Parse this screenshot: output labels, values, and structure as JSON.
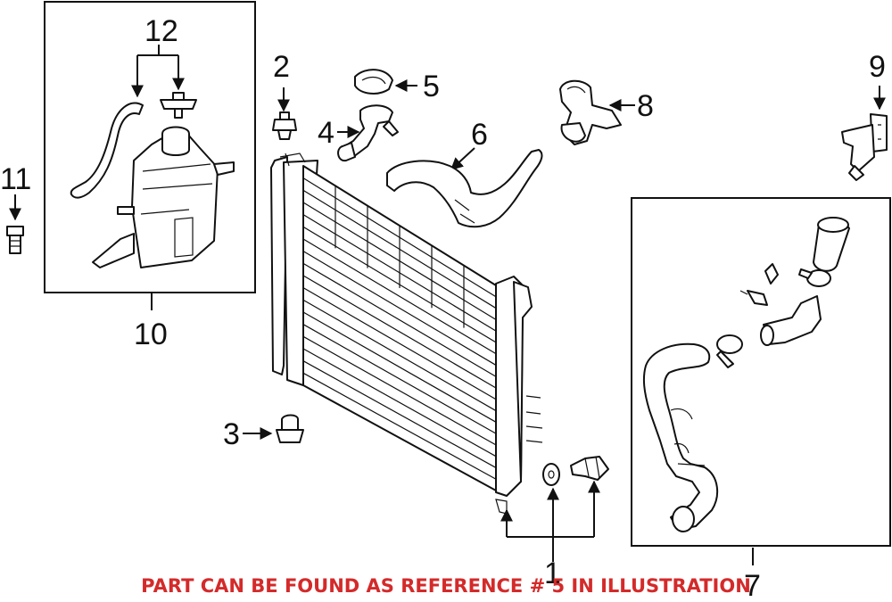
{
  "callouts": {
    "c1": "1",
    "c2": "2",
    "c3": "3",
    "c4": "4",
    "c5": "5",
    "c6": "6",
    "c7": "7",
    "c8": "8",
    "c9": "9",
    "c10": "10",
    "c11": "11",
    "c12": "12"
  },
  "note": {
    "text": "PART CAN BE FOUND AS REFERENCE # 5 IN ILLUSTRATION",
    "color": "#d42a2a"
  }
}
